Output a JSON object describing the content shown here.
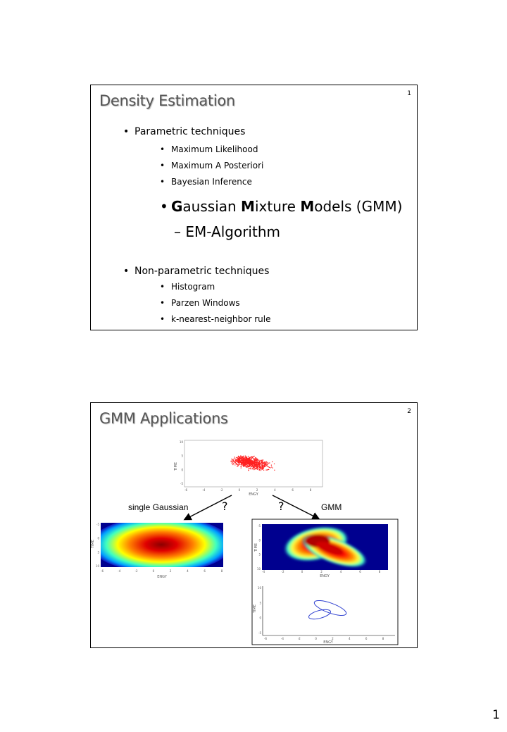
{
  "slide1": {
    "number": "1",
    "title": "Density Estimation",
    "parametric": "Parametric techniques",
    "parametric_items": [
      "Maximum Likelihood",
      "Maximum A Posteriori",
      "Bayesian Inference"
    ],
    "gmm": {
      "g": "G",
      "aussian": "aussian ",
      "m1": "M",
      "ixture": "ixture ",
      "m2": "M",
      "rest": "odels (GMM)"
    },
    "em": "– EM-Algorithm",
    "nonparametric": "Non-parametric techniques",
    "nonparametric_items": [
      "Histogram",
      "Parzen Windows",
      "k-nearest-neighbor rule"
    ]
  },
  "slide2": {
    "number": "2",
    "title": "GMM Applications",
    "label_single": "single Gaussian",
    "label_gmm": "GMM",
    "question": "?",
    "scatter_ylabel": "TIME",
    "scatter_xlabel": "ENGY",
    "left_ylabel": "TIME",
    "left_xlabel": "ENGY",
    "right_ylabel": "TIME",
    "right_xlabel": "ENGY",
    "scatter_yticks": [
      "10",
      "5",
      "0",
      "-5"
    ],
    "scatter_xticks": [
      "-6",
      "-4",
      "-2",
      "0",
      "2",
      "4",
      "6",
      "8"
    ],
    "left_yticks": [
      "-5",
      "0",
      "5",
      "10"
    ],
    "left_xticks": [
      "-6",
      "-4",
      "-2",
      "0",
      "2",
      "4",
      "6",
      "8"
    ],
    "right_yticks": [
      "-5",
      "0",
      "5",
      "10"
    ],
    "right_xticks": [
      "-4",
      "-2",
      "0",
      "2",
      "4",
      "6",
      "8"
    ],
    "contour_yticks": [
      "10",
      "5",
      "0",
      "-5"
    ],
    "contour_xticks": [
      "-6",
      "-4",
      "-2",
      "0",
      "2",
      "4",
      "6",
      "8"
    ]
  },
  "page_number": "1"
}
